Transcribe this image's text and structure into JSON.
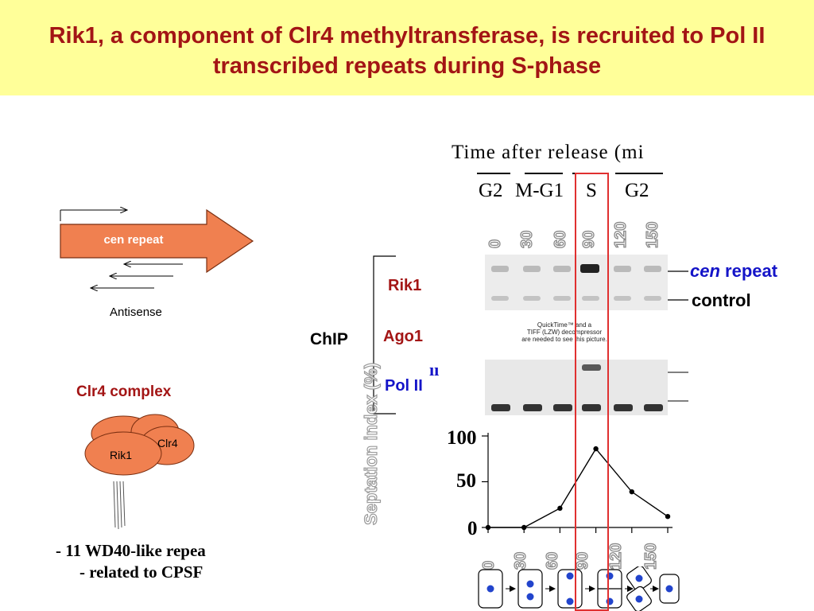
{
  "title": "Rik1, a component of Clr4 methyltransferase, is recruited to Pol II transcribed repeats during S-phase",
  "left_diagram": {
    "repeat_label": "cen repeat",
    "antisense_label": "Antisense",
    "complex_title": "Clr4 complex",
    "subunit_a": "Rik1",
    "subunit_b": "Clr4",
    "bullet_1": "-  11 WD40-like repea",
    "bullet_2": "-  related to CPSF"
  },
  "time_header": {
    "label": "Time after release (mi",
    "phases": [
      "G2",
      "M-G1",
      "S",
      "G2"
    ]
  },
  "lanes": [
    "0",
    "30",
    "60",
    "90",
    "120",
    "150"
  ],
  "chip": {
    "label": "ChIP",
    "rows": [
      "Rik1",
      "Ago1",
      "Pol II"
    ],
    "band_labels": {
      "cen": "cen",
      "repeat": "repeat",
      "control": "control"
    },
    "placeholder": [
      "QuickTime™ and a",
      "TIFF (LZW) decompressor",
      "are needed to see this picture."
    ]
  },
  "chart_data": {
    "type": "line",
    "x": [
      0,
      30,
      60,
      90,
      120,
      150
    ],
    "values": [
      0,
      0,
      21,
      86,
      39,
      12
    ],
    "ylabel": "Septation index (%)",
    "yticks": [
      0,
      50,
      100
    ],
    "ylim": [
      0,
      100
    ],
    "xtick_labels": [
      "0",
      "30",
      "60",
      "90",
      "120",
      "150"
    ]
  },
  "colors": {
    "title": "#a31515",
    "arrow_fill": "#f08050",
    "highlight": "#e03030",
    "blue_text": "#1414c8"
  }
}
